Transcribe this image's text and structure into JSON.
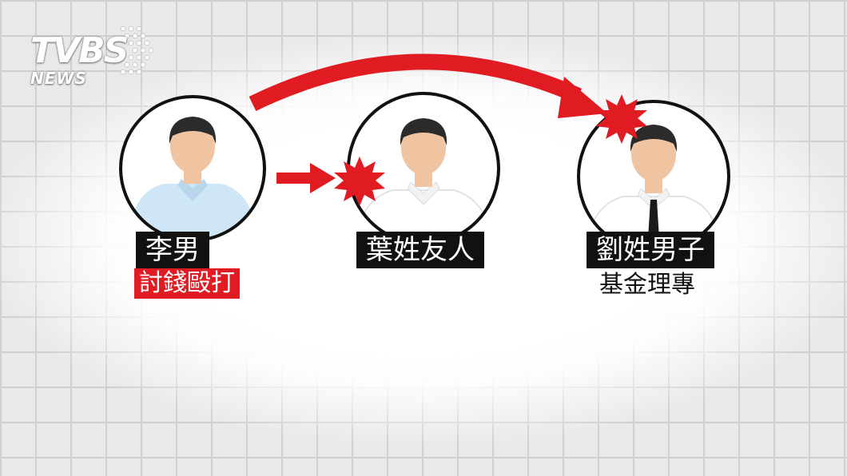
{
  "logo": {
    "brand": "TVBS",
    "sub": "NEWS"
  },
  "people": [
    {
      "name": "李男",
      "role": "討錢毆打",
      "shirt_color": "#cfe6f7",
      "role_style": "red"
    },
    {
      "name": "葉姓友人",
      "shirt_color": "#ffffff"
    },
    {
      "name": "劉姓男子",
      "role": "基金理專",
      "shirt_color": "#ffffff",
      "tie": true,
      "role_style": "plain"
    }
  ],
  "colors": {
    "accent": "#e01b22",
    "label_bg": "#111111",
    "skin": "#f0c3a1",
    "hair": "#2b2b2b"
  }
}
